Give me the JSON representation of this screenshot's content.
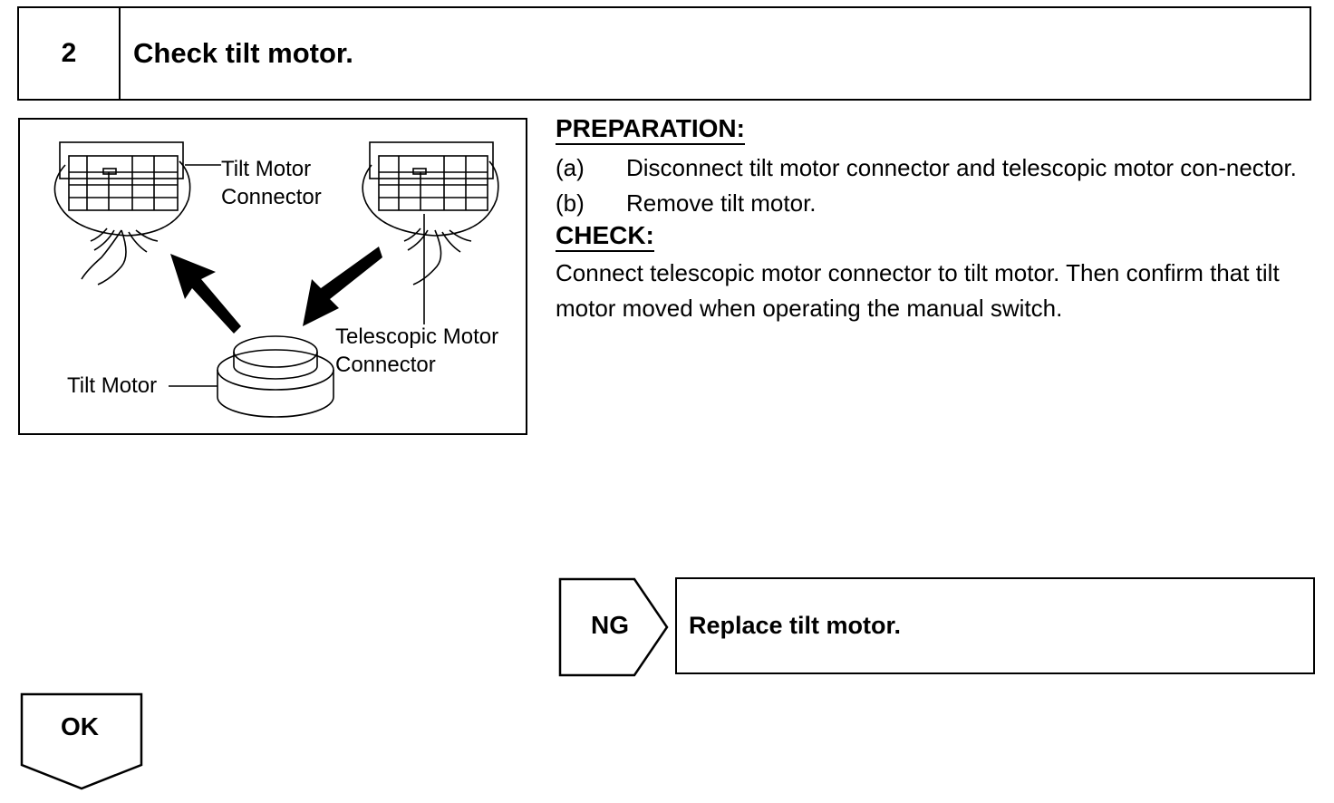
{
  "step": {
    "number": "2",
    "title": "Check tilt motor."
  },
  "figure": {
    "labels": {
      "tilt_connector_line1": "Tilt Motor",
      "tilt_connector_line2": "Connector",
      "telescopic_connector_line1": "Telescopic Motor",
      "telescopic_connector_line2": "Connector",
      "tilt_motor": "Tilt Motor"
    }
  },
  "preparation": {
    "heading": "PREPARATION:",
    "items": [
      {
        "marker": "(a)",
        "text": "Disconnect tilt motor connector and telescopic motor con-nector."
      },
      {
        "marker": "(b)",
        "text": "Remove tilt motor."
      }
    ]
  },
  "check": {
    "heading": "CHECK:",
    "text": "Connect telescopic motor connector to tilt motor. Then confirm that tilt motor moved when operating the manual switch."
  },
  "results": {
    "ng": {
      "label": "NG",
      "action": "Replace tilt motor."
    },
    "ok": {
      "label": "OK"
    }
  }
}
